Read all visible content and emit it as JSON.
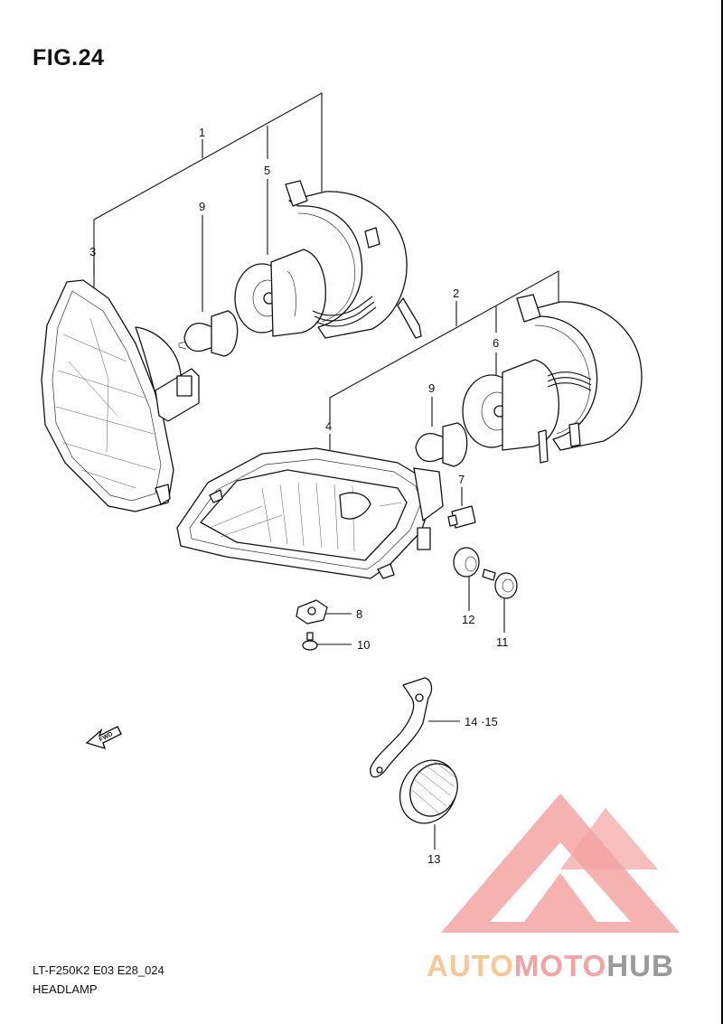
{
  "figure": {
    "title": "FIG.24",
    "model_code": "LT-F250K2 E03 E28_024",
    "section_name": "HEADLAMP"
  },
  "callouts": {
    "c1": "1",
    "c2": "2",
    "c3": "3",
    "c4": "4",
    "c5": "5",
    "c6": "6",
    "c7": "7",
    "c8": "8",
    "c9a": "9",
    "c9b": "9",
    "c10": "10",
    "c11": "11",
    "c12": "12",
    "c13": "13",
    "c1415": "14 ·15"
  },
  "direction_marker": {
    "label": "FWD"
  },
  "watermark": {
    "part1": "AUTO",
    "part2": "MOTO",
    "part3": "HUB",
    "colors": {
      "light": "#f7c894",
      "accent": "#f4a3a3",
      "gray": "#9a9a9a"
    }
  }
}
